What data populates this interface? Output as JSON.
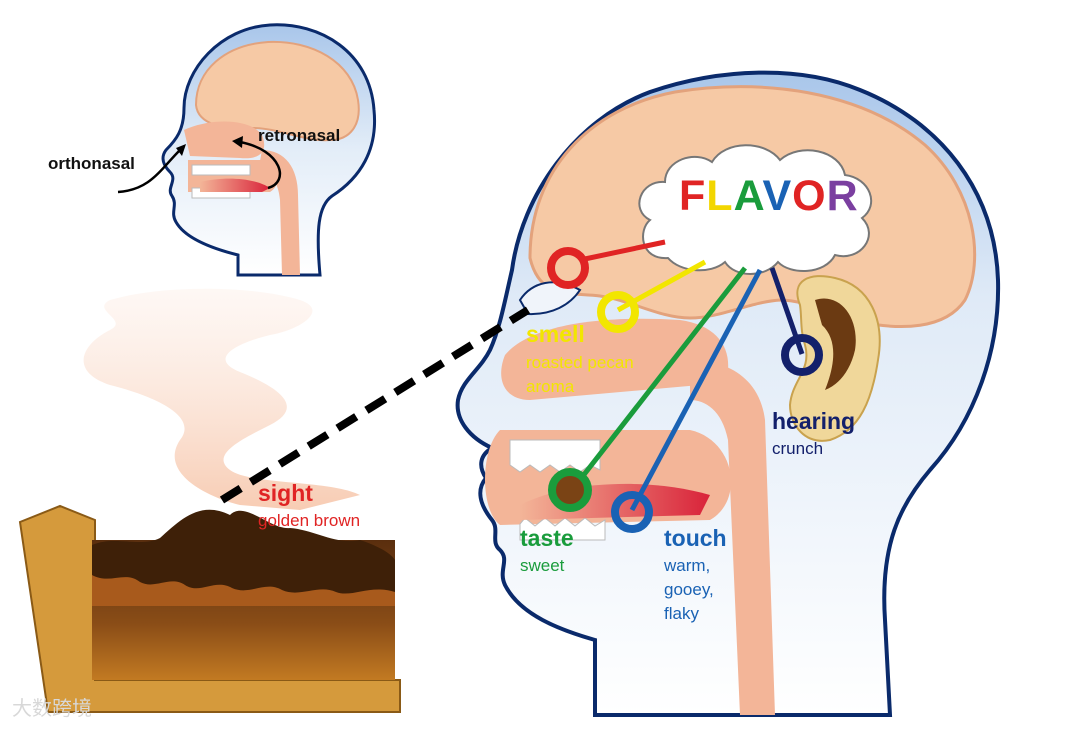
{
  "colors": {
    "skin": "#f3b598",
    "head_fill": "#e9f1fa",
    "head_outline": "#0a2a6b",
    "brain": "#f6c9a5",
    "sight": "#e02424",
    "smell": "#f2e600",
    "taste": "#1a9c3c",
    "touch": "#1a62b4",
    "hearing": "#13206b",
    "pie_crust": "#d59a3c",
    "pie_filling": "#6b3a12"
  },
  "labels": {
    "orthonasal": "orthonasal",
    "retronasal": "retronasal",
    "flavor_letters": [
      {
        "ch": "F",
        "color": "#e02424"
      },
      {
        "ch": "L",
        "color": "#f2d600"
      },
      {
        "ch": "A",
        "color": "#1a9c3c"
      },
      {
        "ch": "V",
        "color": "#1a62b4"
      },
      {
        "ch": "O",
        "color": "#e02424"
      },
      {
        "ch": "R",
        "color": "#7b3fa0"
      }
    ],
    "smell": {
      "title": "smell",
      "line1": "roasted pecan",
      "line2": "aroma"
    },
    "sight": {
      "title": "sight",
      "desc": "golden brown"
    },
    "taste": {
      "title": "taste",
      "desc": "sweet"
    },
    "touch": {
      "title": "touch",
      "line1": "warm,",
      "line2": "gooey,",
      "line3": "flaky"
    },
    "hearing": {
      "title": "hearing",
      "desc": "crunch"
    }
  },
  "watermark": "大数跨境"
}
